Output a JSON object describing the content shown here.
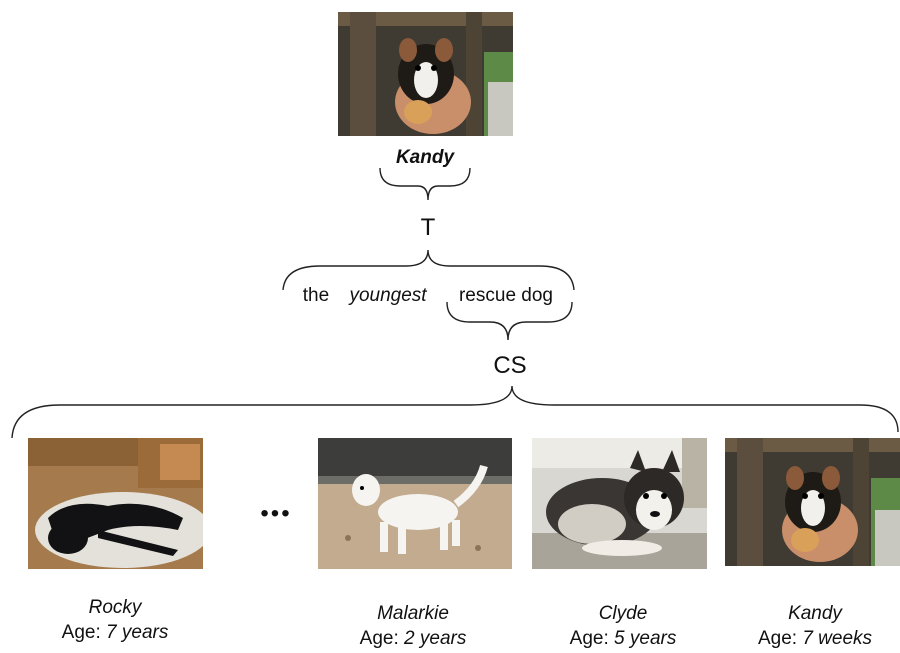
{
  "top": {
    "photo_icon": "puppy-held-in-hands",
    "name": "Kandy"
  },
  "t_label": "T",
  "phrase": {
    "w1": "the",
    "w2": "youngest",
    "w3": "rescue dog"
  },
  "cs_label": "CS",
  "ellipsis": "•••",
  "candidates": [
    {
      "name": "Rocky",
      "age_prefix": "Age: ",
      "age_value": "7 years",
      "photo_icon": "black-dog-lying-on-rug"
    },
    {
      "name": "Malarkie",
      "age_prefix": "Age: ",
      "age_value": "2 years",
      "photo_icon": "white-dog-standing-on-dirt"
    },
    {
      "name": "Clyde",
      "age_prefix": "Age: ",
      "age_value": "5 years",
      "photo_icon": "husky-lying-on-ground"
    },
    {
      "name": "Kandy",
      "age_prefix": "Age: ",
      "age_value": "7 weeks",
      "photo_icon": "puppy-held-in-hands"
    }
  ]
}
